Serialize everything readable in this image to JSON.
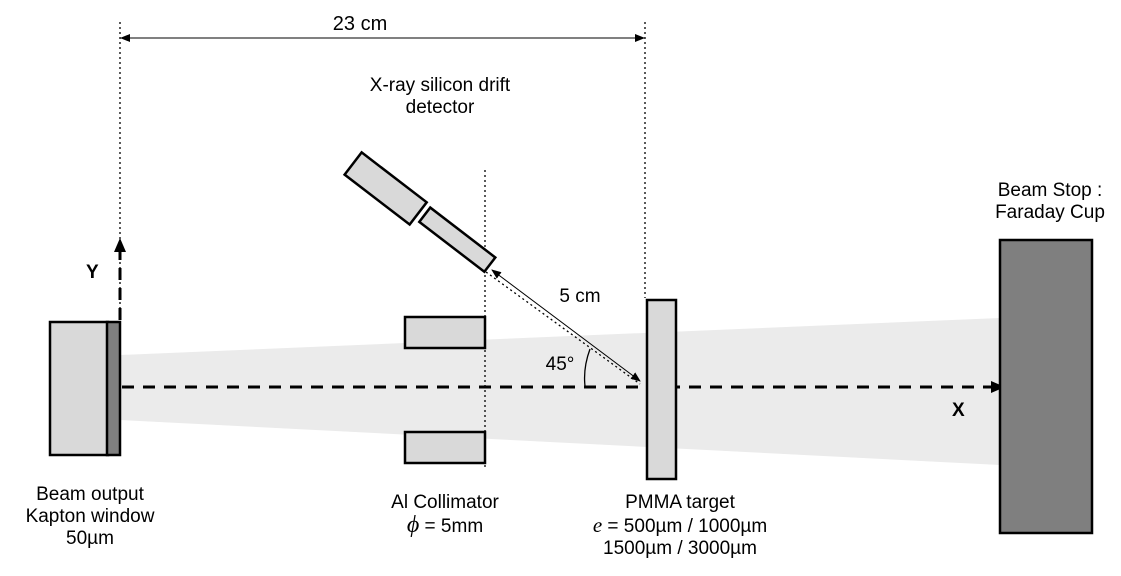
{
  "colors": {
    "beam_fill": "#ebebeb",
    "light_box": "#d9d9d9",
    "dark_box": "#7f7f7f",
    "line": "#000000"
  },
  "labels": {
    "distance_source_target": "23 cm",
    "detector_line1": "X-ray silicon drift",
    "detector_line2": "detector",
    "beam_stop_line1": "Beam Stop :",
    "beam_stop_line2": "Faraday Cup",
    "y_axis": "Y",
    "x_axis": "X",
    "distance_detector_target": "5 cm",
    "angle": "45°",
    "beam_output_line1": "Beam output",
    "beam_output_line2": "Kapton window",
    "beam_output_line3": "50µm",
    "collimator_line1": "Al Collimator",
    "collimator_phi": "ϕ",
    "collimator_value": " = 5mm",
    "target_line1": "PMMA target",
    "target_e": "e",
    "target_line2_rest": " = 500µm / 1000µm",
    "target_line3": "1500µm / 3000µm"
  }
}
